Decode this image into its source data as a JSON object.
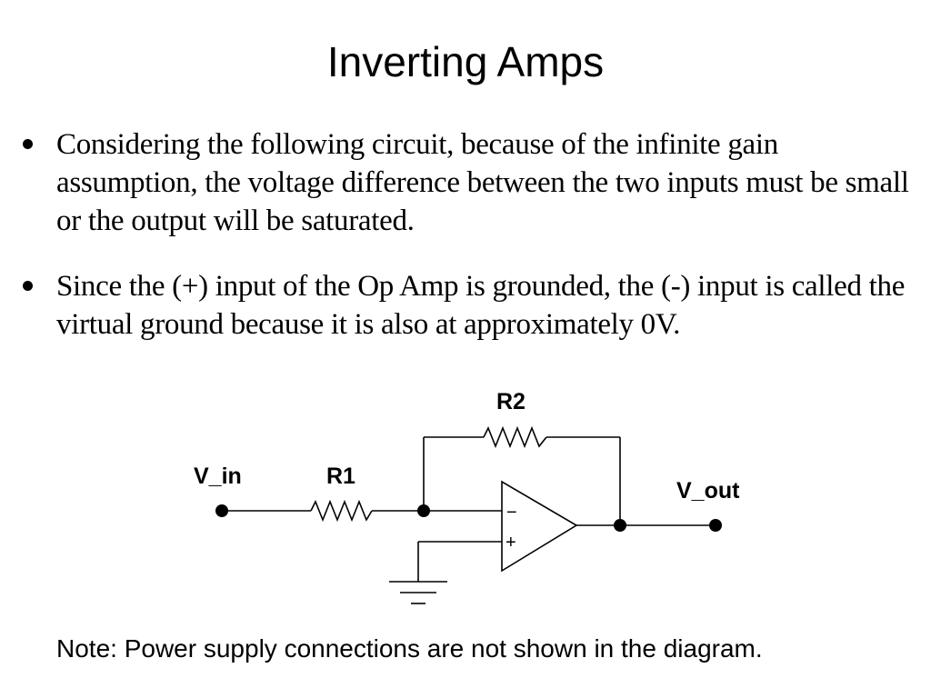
{
  "slide": {
    "title": "Inverting Amps",
    "bullets": [
      "Considering the following circuit, because of the infinite gain assumption, the voltage difference between the two inputs must be small or the output will be saturated.",
      "Since the (+) input of the Op Amp is grounded, the (-) input is called the virtual ground because it is also at approximately 0V."
    ],
    "note": "Note: Power supply connections are not shown in the diagram."
  },
  "circuit": {
    "labels": {
      "v_in": "V_in",
      "r1": "R1",
      "r2": "R2",
      "v_out": "V_out",
      "inverting_input": "−",
      "non_inverting_input": "+"
    }
  }
}
